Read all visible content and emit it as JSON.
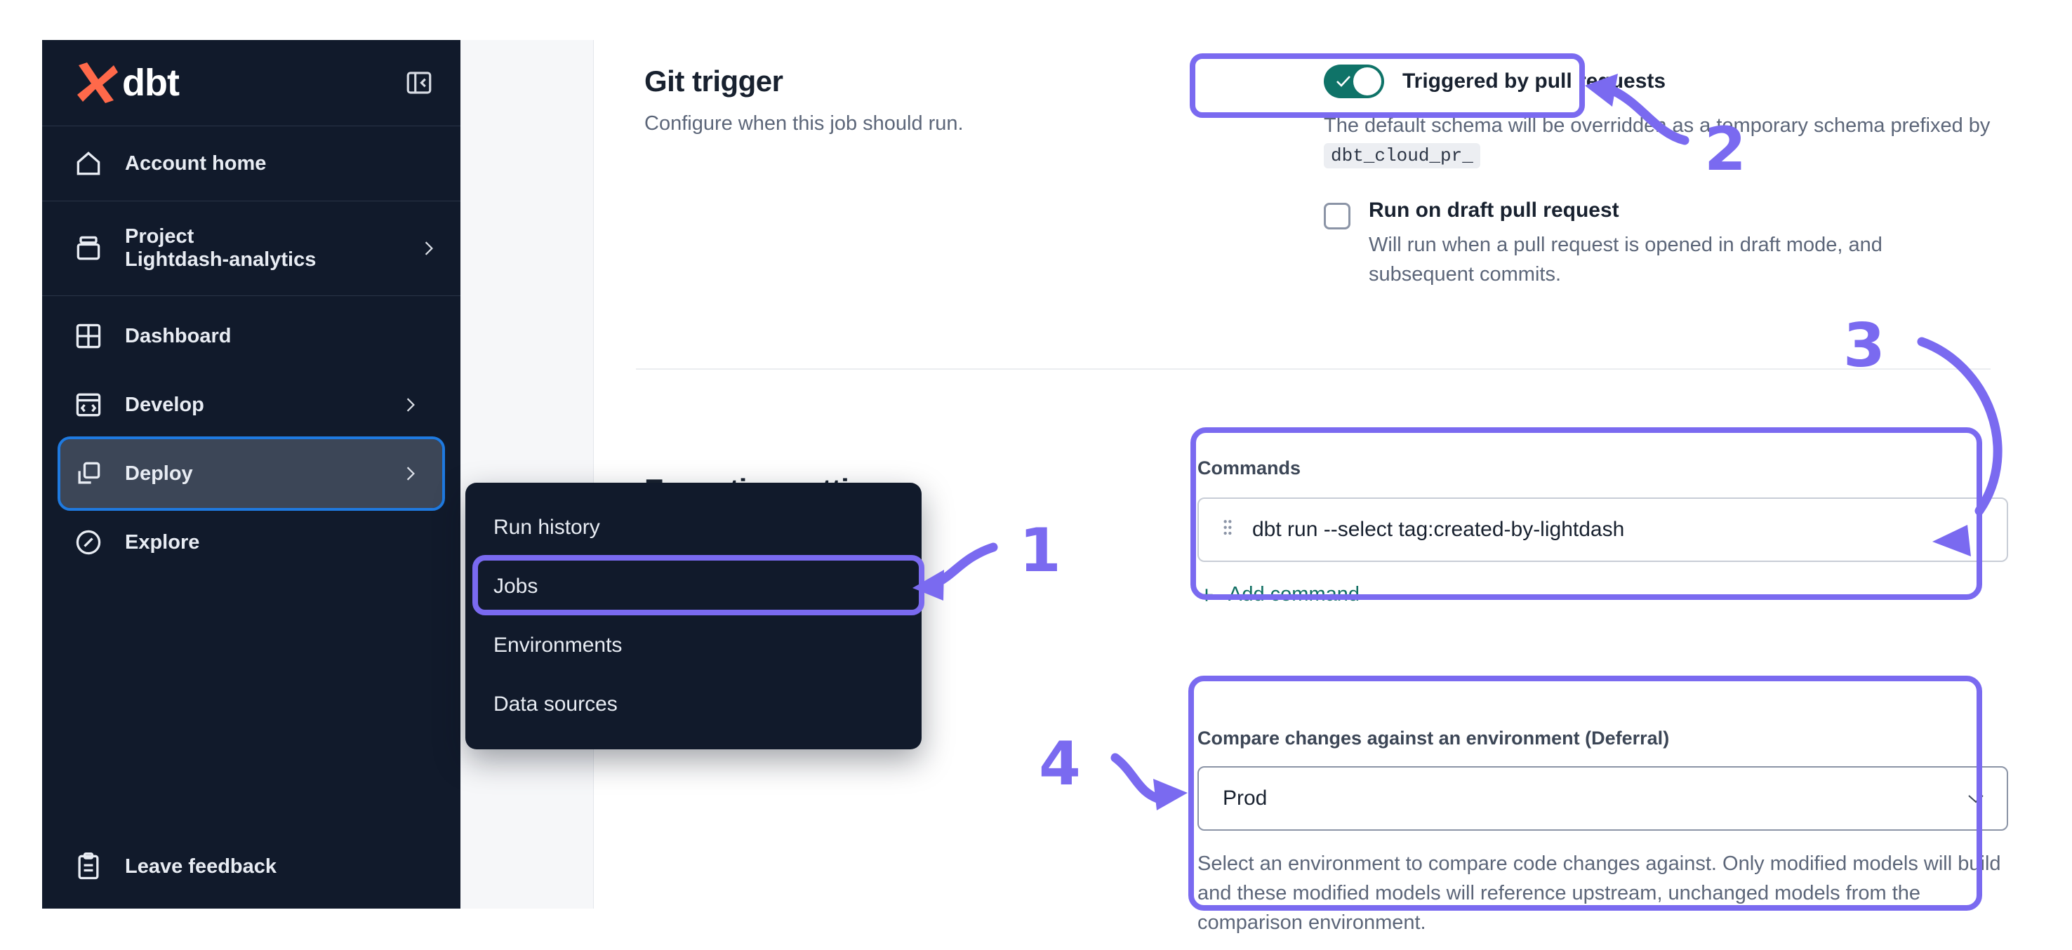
{
  "sidebar": {
    "brand": "dbt",
    "collapse_icon": "panel-collapse-icon",
    "items": [
      {
        "label": "Account home",
        "icon": "home-icon",
        "chevron": false
      },
      {
        "label": "Project",
        "sublabel": "Lightdash-analytics",
        "icon": "stack-icon",
        "chevron": true
      },
      {
        "label": "Dashboard",
        "icon": "grid-icon",
        "chevron": false
      },
      {
        "label": "Develop",
        "icon": "code-icon",
        "chevron": true
      },
      {
        "label": "Deploy",
        "icon": "deploy-icon",
        "chevron": true,
        "active": true
      },
      {
        "label": "Explore",
        "icon": "compass-icon",
        "chevron": false
      }
    ],
    "feedback": {
      "label": "Leave feedback",
      "icon": "clipboard-icon"
    }
  },
  "flyout": {
    "items": [
      {
        "label": "Run history"
      },
      {
        "label": "Jobs",
        "highlighted": true
      },
      {
        "label": "Environments"
      },
      {
        "label": "Data sources"
      }
    ]
  },
  "git_trigger": {
    "title": "Git trigger",
    "subtitle": "Configure when this job should run.",
    "toggle_label": "Triggered by pull requests",
    "toggle_on": true,
    "help_prefix": "The default schema will be overridden as a temporary schema prefixed by",
    "help_code": "dbt_cloud_pr_",
    "checkbox_label": "Run on draft pull request",
    "checkbox_desc": "Will run when a pull request is opened in draft mode, and subsequent commits.",
    "checkbox_checked": false
  },
  "execution_settings": {
    "title": "Execution settings",
    "commands_label": "Commands",
    "commands": [
      "dbt run --select tag:created-by-lightdash"
    ],
    "add_command_label": "Add command",
    "deferral_label": "Compare changes against an environment (Deferral)",
    "deferral_value": "Prod",
    "deferral_desc": "Select an environment to compare code changes against. Only modified models will build and these modified models will reference upstream, unchanged models from the comparison environment."
  },
  "annotations": {
    "accent_color": "#7a6af0",
    "numbers": [
      "1",
      "2",
      "3",
      "4"
    ]
  },
  "colors": {
    "sidebar_bg": "#111a2b",
    "accent_purple": "#7a6af0",
    "toggle_teal": "#0f7368",
    "link_teal": "#0f6e62",
    "brand_orange": "#ff694a",
    "active_outline_blue": "#1f7ae0"
  }
}
